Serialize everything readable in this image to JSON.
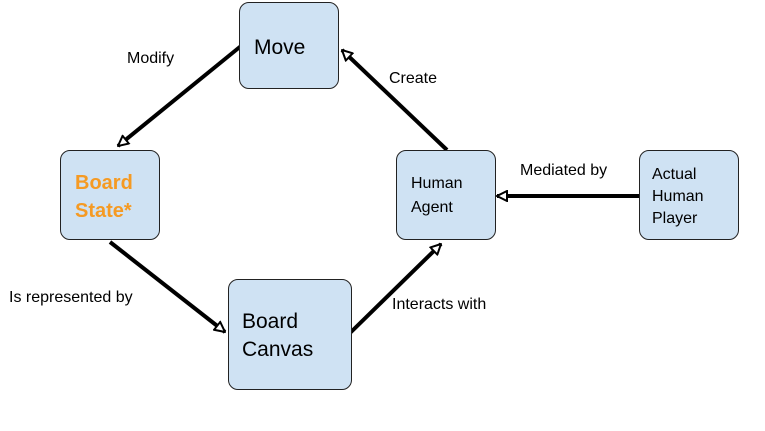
{
  "nodes": {
    "move": {
      "label": "Move"
    },
    "board_state": {
      "line1": "Board",
      "line2": "State*"
    },
    "human_agent": {
      "line1": "Human",
      "line2": "Agent"
    },
    "board_canvas": {
      "line1": "Board",
      "line2": "Canvas"
    },
    "actual_player": {
      "line1": "Actual",
      "line2": "Human",
      "line3": "Player"
    }
  },
  "edges": {
    "modify": "Modify",
    "create": "Create",
    "mediated_by": "Mediated by",
    "is_represented_by": "Is represented by",
    "interacts_with": "Interacts with"
  },
  "colors": {
    "node_fill": "#cfe2f3",
    "node_border": "#222222",
    "accent_text": "#f59a23",
    "arrow": "#000000"
  }
}
